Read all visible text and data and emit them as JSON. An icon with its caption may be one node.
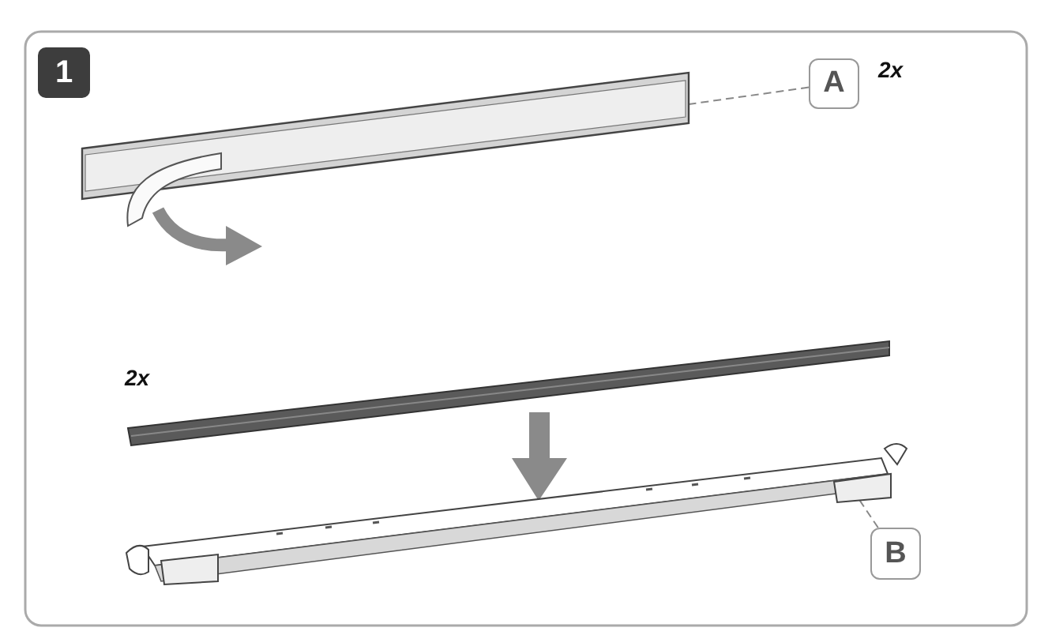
{
  "diagram": {
    "nodes": [
      {
        "text": [
          "1"
        ]
      },
      {
        "text": [
          "A"
        ],
        "beside": [
          "2x"
        ]
      },
      {
        "text": [],
        "shape": "picture"
      },
      {
        "text": [
          "B"
        ]
      },
      {
        "text": [],
        "shape": "picture"
      }
    ],
    "edges": [
      {
        "from": 1,
        "to": 2,
        "arrow": "none",
        "style": "dashed"
      },
      {
        "from": 3,
        "to": 4,
        "arrow": "none",
        "style": "dashed"
      }
    ],
    "labels": [
      "2x"
    ]
  }
}
